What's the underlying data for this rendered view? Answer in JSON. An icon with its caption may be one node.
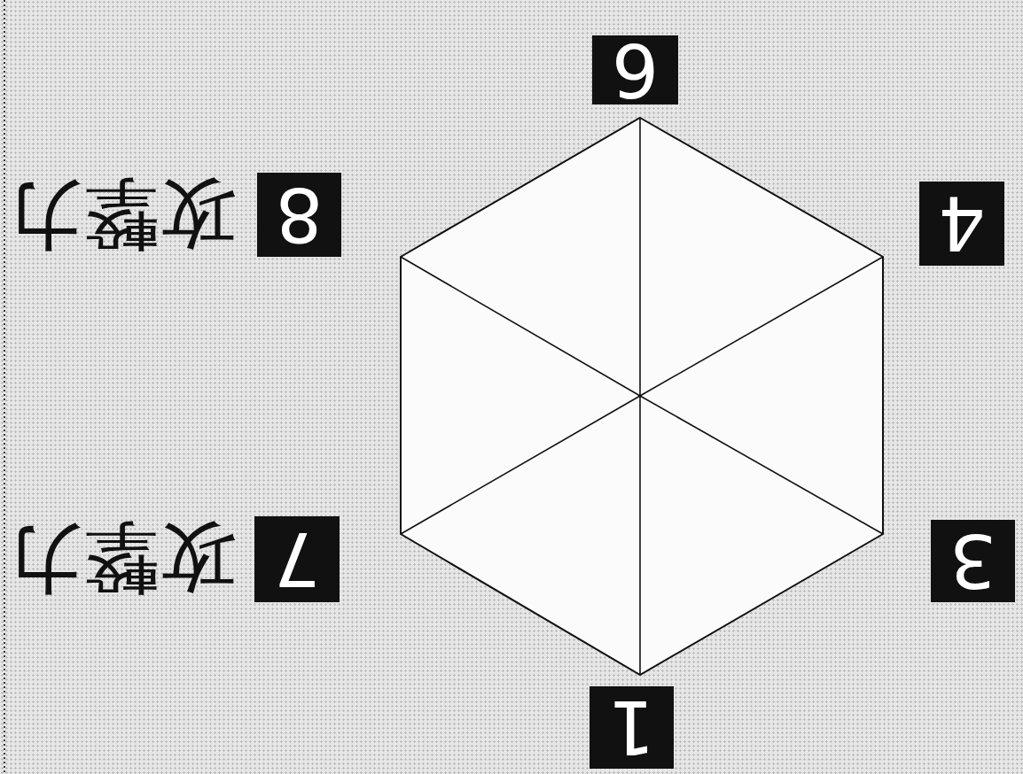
{
  "diagram": {
    "labels": [
      "6",
      "8",
      "攻撃力",
      "4",
      "7",
      "攻撃力",
      "3",
      "1"
    ]
  }
}
